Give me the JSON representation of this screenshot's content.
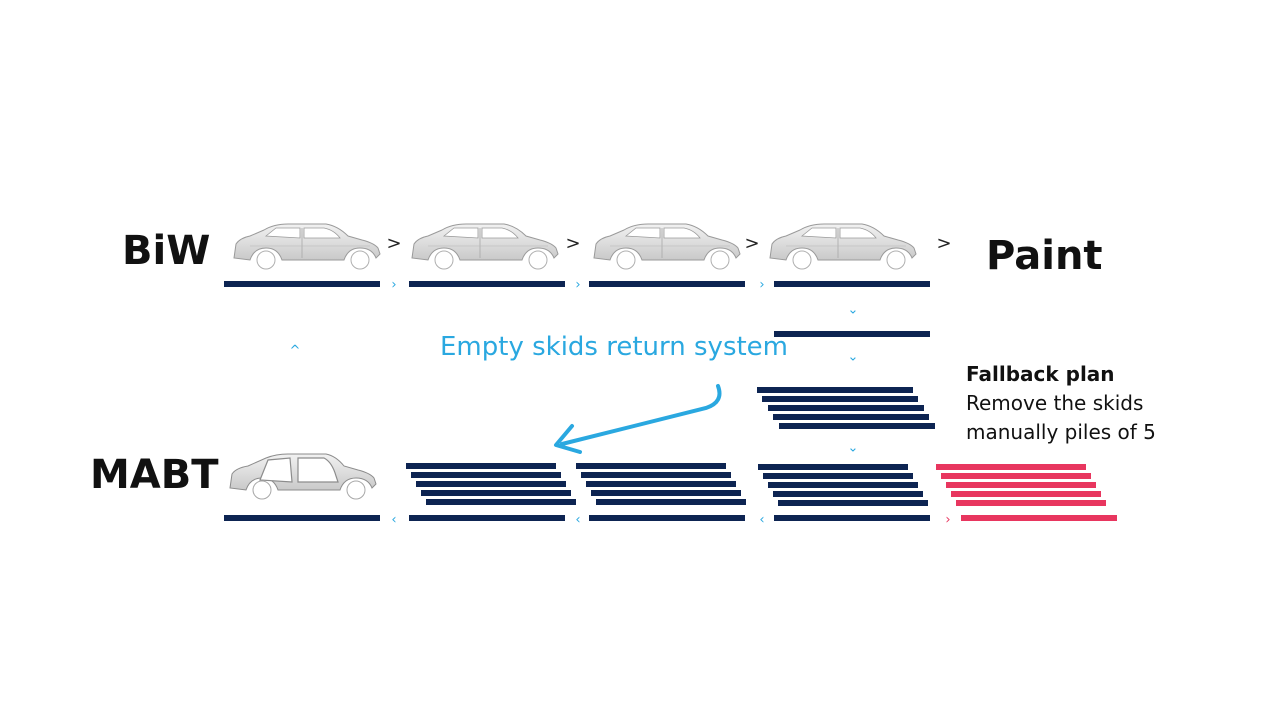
{
  "labels": {
    "biw": "BiW",
    "paint": "Paint",
    "mabt": "MABT",
    "empty_skids": "Empty skids return system"
  },
  "fallback": {
    "title": "Fallback plan",
    "line1": "Remove the skids",
    "line2": "manually piles of 5"
  },
  "colors": {
    "skid": "#0d2452",
    "accent": "#2aa8e0",
    "fallback_skid": "#e8365f",
    "text": "#111111",
    "car_body": "#d8d8d8",
    "car_outline": "#9a9a9a"
  },
  "icons": {
    "car": "car-body-icon",
    "skid": "skid-icon",
    "skid_pile": "skid-pile-icon",
    "arrow_right": "chevron-right-icon",
    "arrow_left": "chevron-left-icon",
    "arrow_down": "chevron-down-icon",
    "arrow_up": "chevron-up-icon",
    "return_arrow": "return-arrow-icon"
  },
  "pile_size": 5
}
